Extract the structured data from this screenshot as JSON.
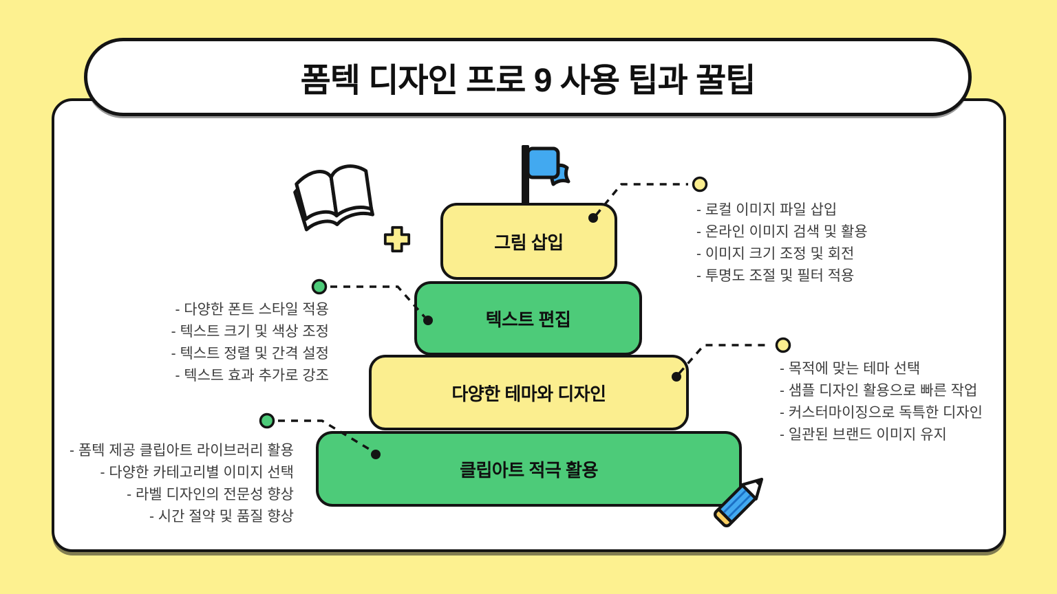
{
  "title": "폼텍 디자인 프로 9 사용 팁과 꿀팁",
  "colors": {
    "background": "#FDF190",
    "panel": "#FFFFFF",
    "outline": "#141414",
    "tier_yellow": "#FBEE8F",
    "tier_green": "#4DCB79",
    "accent_blue": "#42A9F0",
    "stripe_blue": "#1B6FC4",
    "pencil_eraser": "#F9CF62",
    "ear_yellow": "#F8E87D",
    "body_text": "#3D3D3D"
  },
  "pyramid": {
    "levels": [
      {
        "label": "그림 삽입",
        "color": "yellow",
        "notes_side": "right",
        "points": [
          "- 로컬 이미지 파일 삽입",
          "- 온라인 이미지 검색 및 활용",
          "- 이미지 크기 조정 및 회전",
          "- 투명도 조절 및 필터 적용"
        ]
      },
      {
        "label": "텍스트 편집",
        "color": "green",
        "notes_side": "left",
        "points": [
          "- 다양한 폰트 스타일 적용",
          "- 텍스트 크기 및 색상 조정",
          "- 텍스트 정렬 및 간격 설정",
          "- 텍스트 효과 추가로 강조"
        ]
      },
      {
        "label": "다양한 테마와 디자인",
        "color": "yellow",
        "notes_side": "right",
        "points": [
          "- 목적에 맞는 테마 선택",
          "- 샘플 디자인 활용으로 빠른 작업",
          "- 커스터마이징으로 독특한 디자인",
          "- 일관된 브랜드 이미지 유지"
        ]
      },
      {
        "label": "클립아트 적극 활용",
        "color": "green",
        "notes_side": "left",
        "points": [
          "- 폼텍 제공 클립아트 라이브러리 활용",
          "- 다양한 카테고리별 이미지 선택",
          "- 라벨 디자인의 전문성 향상",
          "- 시간 절약 및 품질 향상"
        ]
      }
    ]
  },
  "icons": [
    "open-book-icon",
    "plus-icon",
    "flag-icon",
    "pencil-icon"
  ]
}
